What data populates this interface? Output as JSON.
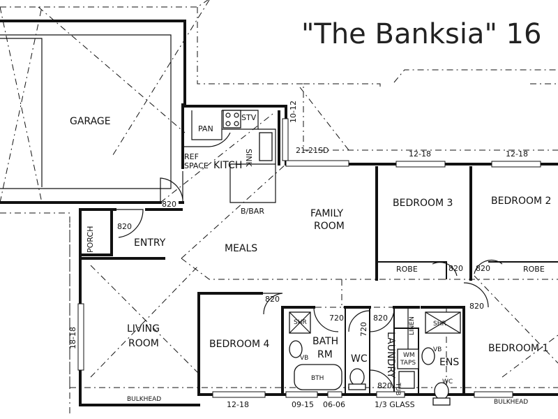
{
  "title": "\"The Banksia\" 16",
  "rooms": {
    "garage": "GARAGE",
    "kitchen": "KITCH",
    "pantry": "PAN",
    "stove": "STV",
    "fridge_line1": "REF",
    "fridge_line2": "SPACE",
    "sink": "SINK",
    "breakfast_bar": "B/BAR",
    "family_line1": "FAMILY",
    "family_line2": "ROOM",
    "meals": "MEALS",
    "entry": "ENTRY",
    "porch": "PORCH",
    "living_line1": "LIVING",
    "living_line2": "ROOM",
    "bedroom1": "BEDROOM 1",
    "bedroom2": "BEDROOM 2",
    "bedroom3": "BEDROOM 3",
    "bedroom4": "BEDROOM 4",
    "bath_line1": "BATH",
    "bath_line2": "RM",
    "wc": "WC",
    "wc2": "WC",
    "laundry": "LAUNDRY",
    "linen": "LINEN",
    "ensuite": "ENS",
    "robe3": "ROBE",
    "robe2": "ROBE",
    "shower": "SHR",
    "shower2": "SHR",
    "vanity": "VB",
    "vanity2": "VB",
    "bath_tub": "BTH",
    "tub": "TUB",
    "wm_line1": "WM",
    "wm_line2": "TAPS",
    "bulkhead_left": "BULKHEAD",
    "bulkhead_right": "BULKHEAD"
  },
  "dimensions": {
    "door_garage": "820",
    "door_porch": "820",
    "door_bed4": "820",
    "door_bed3": "820",
    "door_bed2": "820",
    "door_bed1": "820",
    "door_bath": "720",
    "door_wc": "720",
    "door_laundry_top": "820",
    "door_laundry_bottom": "820",
    "kitchen_window": "10-12",
    "sliding_door": "21-21SD",
    "bed3_window": "12-18",
    "bed2_window": "12-18",
    "living_window": "18-18",
    "bed4_window": "12-18",
    "bath_window": "09-15",
    "wc_window": "06-06",
    "laundry_glass": "1/3 GLASS"
  }
}
